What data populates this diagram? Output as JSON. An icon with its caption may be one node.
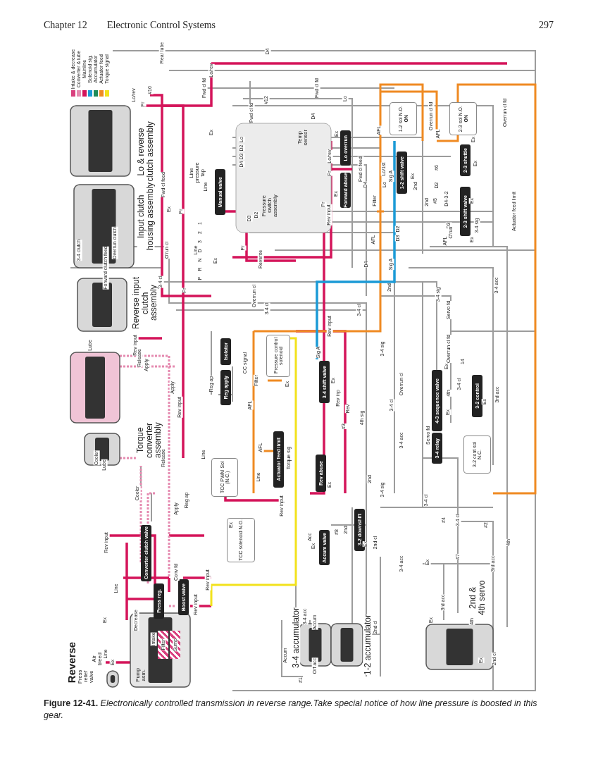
{
  "diagram": {
    "caption": "**Figure 12-41.** *Electronically controlled transmission in reverse range.Take special notice of how line pressure is boosted in this gear.*",
    "nodes": [
      {
        "text": [
          "Manual valve"
        ]
      },
      {
        "text": [
          "Lo overrun"
        ]
      },
      {
        "text": [
          "Forward abuse"
        ]
      },
      {
        "text": [
          "1-2 sol N.O.",
          "ON"
        ]
      },
      {
        "text": [
          "1-2 shift valve"
        ]
      },
      {
        "text": [
          "2-3 sol N.O.",
          "ON"
        ]
      },
      {
        "text": [
          "2-3 shuttle"
        ]
      },
      {
        "text": [
          "2-3 shift valve"
        ]
      },
      {
        "text": [
          "Isolator"
        ]
      },
      {
        "text": [
          "Reg apply"
        ]
      },
      {
        "text": [
          "Pressure control solenoid"
        ]
      },
      {
        "text": [
          "3-4 shift valve"
        ]
      },
      {
        "text": [
          "Actuator feed limit"
        ]
      },
      {
        "text": [
          "TCC PWM Sol (N.C.)"
        ]
      },
      {
        "text": [
          "Rev abuse"
        ]
      },
      {
        "text": [
          "4-3 sequence valve"
        ]
      },
      {
        "text": [
          "3-4 relay"
        ]
      },
      {
        "text": [
          "3-2 control"
        ]
      },
      {
        "text": [
          "3-2 cont sol N.C."
        ]
      },
      {
        "text": [
          "Converter clutch valve"
        ]
      },
      {
        "text": [
          "TCC solenoid N.O."
        ]
      },
      {
        "text": [
          "Press reg."
        ]
      },
      {
        "text": [
          "Boost valve"
        ]
      },
      {
        "text": [
          "Accum valve"
        ]
      },
      {
        "text": [
          "3-2 downshift"
        ]
      },
      {
        "text": [
          "Filter"
        ]
      },
      {
        "text": [
          "Sump"
        ]
      }
    ],
    "labels": [
      "Chapter 12",
      "Electronic Control Systems",
      "297",
      "Reverse",
      "Lo & reverse clutch assembly",
      "Input clutch housing assembly",
      "Reverse input clutch assembly",
      "Torque converter assembly",
      "Line pressure tap",
      "Pressure switch assembly",
      "Temp sensor",
      "3-4 accumulator",
      "1-2 accumulator",
      "2nd & 4th servo",
      "Press relief valve",
      "Air bleed",
      "Pump asm.",
      "Rear lube",
      "D4",
      "Lo/rev",
      "Lo/rev",
      "Fwd cl fd",
      "#10",
      "Pr",
      "Fwd cl fd",
      "Lo",
      "D4",
      "#12",
      "Fwd cl fd",
      "Ex",
      "Lo",
      "D2",
      "D3",
      "D4",
      "Fwd cl feed",
      "Line",
      "Ex",
      "Pr",
      "D3",
      "D2",
      "3-4 clutch",
      "Forward clutch feed",
      "Overrun clutch",
      "O'run cl",
      "Line",
      "P",
      "R",
      "N",
      "D",
      "3",
      "2",
      "1",
      "Ex",
      "Pr",
      "Reverse",
      "Pr",
      "3-4 cl",
      "Overrun cl",
      "3-4 cl",
      "Rev input",
      "Lube",
      "Release",
      "Apply",
      "Apply",
      "Rev input",
      "Reg ap",
      "CC signal",
      "Filter",
      "AFL",
      "Ex",
      "Line",
      "AFL",
      "Torque sig",
      "Line",
      "Cooler",
      "Lube",
      "Release",
      "Cooler",
      "Apply",
      "Reg ap",
      "Rev input",
      "Ex",
      "Line",
      "Conv fd",
      "Rev input",
      "Rev input",
      "Ex",
      "Decrease",
      "Intake",
      "Ex",
      "Line",
      "Rev input",
      "Accum",
      "3-4 acc",
      "Accum",
      "Orf acc",
      "#1",
      "2nd cl",
      "Lo/rev",
      "Pr",
      "Ex",
      "Ex",
      "Pr",
      "Rev input",
      "Fwd cl feed",
      "D4",
      "AFL",
      "Filter",
      "Lo/1st",
      "Sig A",
      "Lo",
      "Ex",
      "2nd",
      "Overrun cl fd",
      "AFL",
      "#6",
      "D2",
      "#5",
      "D4-3-2",
      "2nd",
      "D3",
      "O'run",
      "3-4 sig",
      "Overrun cl fd",
      "Actuator feed limit",
      "Ex",
      "Ex",
      "Ex",
      "Ex",
      "AFL",
      "AFL",
      "D2",
      "D3",
      "D4",
      "Sig A",
      "2nd",
      "3-4 sig",
      "3-4 cl",
      "Servo fd",
      "3-4 acc",
      "Rev input",
      "Sig A",
      "Ex",
      "Rev inp",
      "Rev",
      "4th sig",
      "3-4 sig",
      "3-4 cl",
      "Overrun cl",
      "Overrun cl fd",
      "Ex",
      "Ex",
      "4th",
      "14",
      "3-4 cl",
      "3rd acc",
      "Ex",
      "3-4 acc",
      "Servo fd",
      "#3",
      "Ex",
      "2nd",
      "3-4 sig",
      "3-4 cl",
      "#4",
      "3-4 cl",
      "#2",
      "4th",
      "Acc",
      "Ex",
      "#8",
      "2nd",
      "Ex",
      "2nd cl",
      "3-4 acc",
      "#7",
      "Ex",
      "3rd acc",
      "3rd acc",
      "Ex",
      "4th",
      "Ex",
      "2nd cl"
    ],
    "legend": [
      {
        "text": "Intake & decrease",
        "color": "#d9407e"
      },
      {
        "text": "Converter & lube",
        "color": "#e58ab0"
      },
      {
        "text": "Mainline",
        "color": "#d4145a"
      },
      {
        "text": "Solenoid sig.",
        "color": "#1b9ad6"
      },
      {
        "text": "Accumulator",
        "color": "#1e8c5a"
      },
      {
        "text": "Actuator feed",
        "color": "#ef8a22"
      },
      {
        "text": "Torque signal",
        "color": "#f2e21c"
      }
    ]
  }
}
